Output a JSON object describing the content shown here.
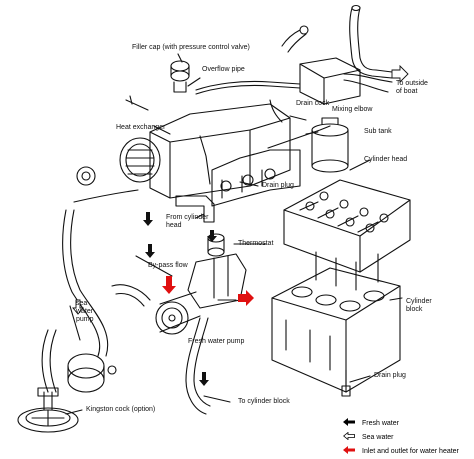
{
  "labels": {
    "filler_cap": "Filler cap (with pressure control valve)",
    "overflow_pipe": "Overflow pipe",
    "to_outside": "To outside\nof boat",
    "drain_cock": "Drain cock",
    "mixing_elbow": "Mixing elbow",
    "heat_exchanger": "Heat exchanger",
    "sub_tank": "Sub tank",
    "cylinder_head": "Cylinder head",
    "drain_plug_top": "Drain plug",
    "from_cylinder_head": "From cylinder\nhead",
    "thermostat": "Thermostat",
    "by_pass_flow": "By-pass flow",
    "sea_water_pump": "sea\nwater\npump",
    "fresh_water_pump": "Fresh water pump",
    "cylinder_block": "Cylinder\nblock",
    "drain_plug_bottom": "Drain plug",
    "to_cylinder_block": "To cylinder block",
    "kingston_cock": "Kingston cock (option)"
  },
  "legend": [
    {
      "symbol": "black-arrow-icon",
      "text": "Fresh water",
      "color": "#000000"
    },
    {
      "symbol": "outline-arrow-icon",
      "text": "Sea water",
      "color": "#ffffff"
    },
    {
      "symbol": "red-arrow-icon",
      "text": "Inlet and outlet for water heater",
      "color": "#e01010"
    }
  ],
  "colors": {
    "accent_red": "#e01010",
    "line": "#111111"
  }
}
